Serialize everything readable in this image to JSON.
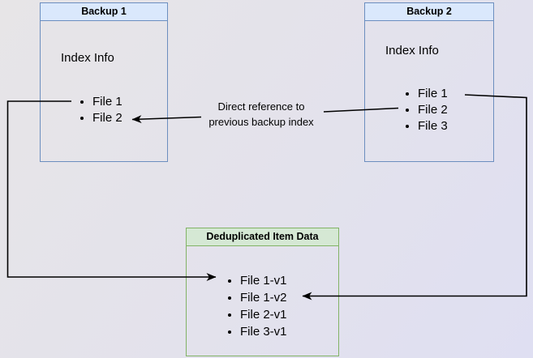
{
  "colors": {
    "bg_gradient_start": "#e7e5e7",
    "bg_gradient_end": "#dfdff2",
    "blue_header_fill": "#dae8fc",
    "blue_border": "#6c8ebf",
    "green_header_fill": "#d5e8d4",
    "green_border": "#82b366",
    "line_color": "#000000"
  },
  "backup1": {
    "title": "Backup 1",
    "heading": "Index Info",
    "items": [
      "File 1",
      "File 2"
    ]
  },
  "backup2": {
    "title": "Backup 2",
    "heading": "Index Info",
    "items": [
      "File 1",
      "File 2",
      "File 3"
    ]
  },
  "dedup": {
    "title": "Deduplicated Item Data",
    "items": [
      "File 1-v1",
      "File 1-v2",
      "File 2-v1",
      "File 3-v1"
    ]
  },
  "annotation": {
    "line1": "Direct reference to",
    "line2": "previous backup index"
  }
}
